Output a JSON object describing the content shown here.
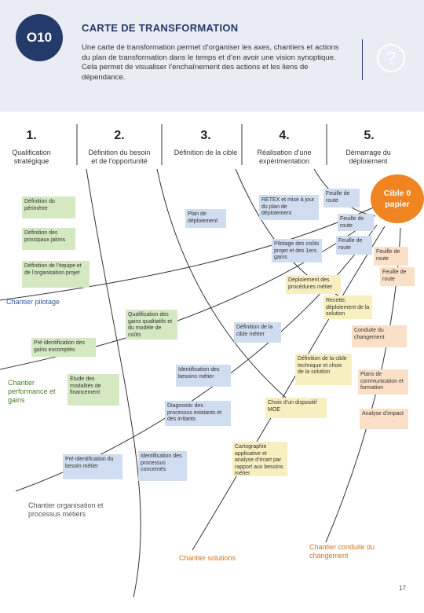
{
  "header": {
    "badge": "O10",
    "title": "CARTE DE TRANSFORMATION",
    "description": "Une carte de transformation permet d’organiser les axes, chantiers et actions du plan de transformation dans le temps et d’en avoir une vision synoptique. Cela permet de visualiser l’enchaînement des actions et les liens de dépendance.",
    "help_icon": "?"
  },
  "steps": [
    {
      "num": "1.",
      "label": "Qualification stratégique"
    },
    {
      "num": "2.",
      "label": "Définition du besoin et de l’opportunité"
    },
    {
      "num": "3.",
      "label": "Définition de la cible"
    },
    {
      "num": "4.",
      "label": "Réalisation d’une expérimentation"
    },
    {
      "num": "5.",
      "label": "Démarrage du déploiement"
    }
  ],
  "target": "Cible 0 papier",
  "boxes": {
    "b1": "Définition du périmètre",
    "b2": "Définition des principaux jalons",
    "b3": "Définition de l’équipe et de l’organisation projet",
    "b4": "Plan de déploiement",
    "b5": "RETEX et mise à jour du plan de déploiement",
    "b6": "Feuille de route",
    "b7": "Feuille de route",
    "b8": "Feuille de route",
    "b9": "Pilotage des coûts projet et des 1ers gains",
    "b10": "Feuille de route",
    "b11": "Feuille de route",
    "b12": "Déploiement des procédures métier",
    "b13": "Recette, déploiement de la solution",
    "b14": "Qualification des gains qualitatifs et du modèle de coûts",
    "b15": "Pré identification des gains escomptés",
    "b16": "Définition de la cible métier",
    "b17": "Conduite du changement",
    "b18": "Définition de la cible technique et choix de la solution",
    "b19": "Identification des besoins métier",
    "b20": "Étude des modalités de financement",
    "b21": "Plans de communication et formation",
    "b22": "Diagnostic des processus existants et des irritants",
    "b23": "Choix d’un dispositif MOE",
    "b24": "Analyse d’impact",
    "b25": "Cartographie applicative et analyse d’écart par rapport aux besoins métier",
    "b26": "Pré identification du besoin métier",
    "b27": "Identification des processus concernés"
  },
  "chantiers": {
    "pilotage": "Chantier pilotage",
    "performance": "Chantier performance et gains",
    "organisation": "Chantier organisation et processus métiers",
    "solutions": "Chantier solutions",
    "conduite": "Chantier conduite du changement"
  },
  "page_number": "17",
  "colors": {
    "navy": "#233a6b",
    "header_bg": "#e9ecf2",
    "green": "#d4e8c2",
    "blue": "#d0dcef",
    "orange": "#fbe0c8",
    "yellow": "#f8efc0",
    "target": "#ef8421"
  }
}
